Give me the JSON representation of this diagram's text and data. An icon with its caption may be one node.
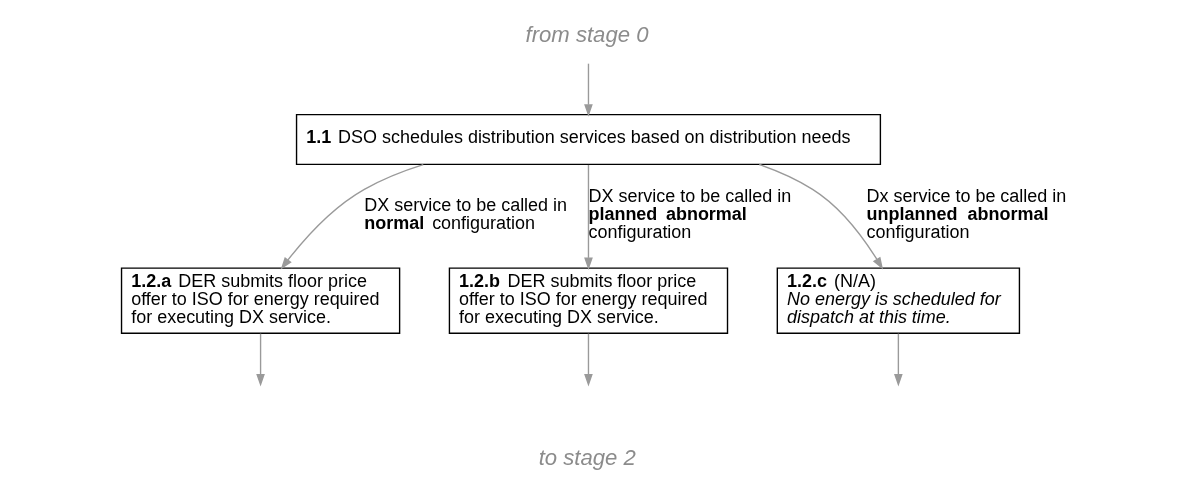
{
  "diagram": {
    "nodes": [
      {
        "text": [
          "from stage 0"
        ]
      },
      {
        "text": [
          "**1.1** DSO schedules distribution services based on distribution needs"
        ]
      },
      {
        "text": [
          "**1.2.a** DER submits floor price offer to ISO for energy required for executing DX service."
        ]
      },
      {
        "text": [
          "**1.2.b** DER submits floor price offer to ISO for energy required for executing DX service."
        ]
      },
      {
        "text": [
          "**1.2.c** (N/A)",
          "No energy is scheduled for dispatch at this time."
        ]
      }
    ],
    "edges": [
      {
        "from": 0,
        "to": 1,
        "arrow": "to"
      },
      {
        "from": 1,
        "to": 2,
        "arrow": "to",
        "label": "DX service to be called in **normal** configuration"
      },
      {
        "from": 1,
        "to": 3,
        "arrow": "to",
        "label": "DX service to be called in **planned abnormal** configuration"
      },
      {
        "from": 1,
        "to": 4,
        "arrow": "to",
        "label": "Dx service to be called in **unplanned abnormal** configuration"
      },
      {
        "from": 2,
        "to": null,
        "arrow": "to"
      },
      {
        "from": 3,
        "to": null,
        "arrow": "to"
      },
      {
        "from": 4,
        "to": null,
        "arrow": "to"
      }
    ],
    "labels": [
      "to stage 2"
    ]
  }
}
